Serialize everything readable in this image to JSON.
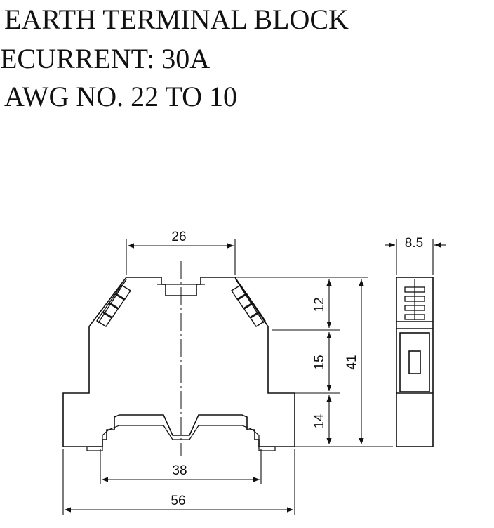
{
  "header": {
    "line1": "EARTH TERMINAL BLOCK",
    "line2": "ECURRENT: 30A",
    "line3": "AWG NO. 22 TO 10"
  },
  "dimensions": {
    "top_width": "26",
    "base_width": "38",
    "overall_width": "56",
    "side_thickness": "8.5",
    "upper_height": "12",
    "middle_height": "15",
    "lower_height": "14",
    "total_height": "41"
  },
  "colors": {
    "line": "#111111",
    "background": "#ffffff"
  }
}
